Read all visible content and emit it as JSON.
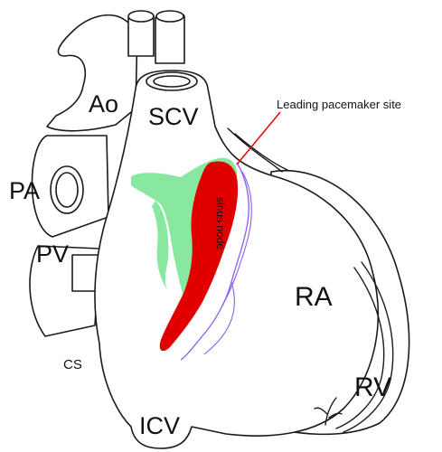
{
  "labels": {
    "aorta": "Ao",
    "superior_vena_cava": "SCV",
    "pulmonary_artery": "PA",
    "pulmonary_vein": "PV",
    "coronary_sinus": "CS",
    "right_atrium": "RA",
    "right_ventricle": "RV",
    "inferior_vena_cava": "ICV",
    "sinus_node": "sinus node",
    "leading_pacemaker_site": "Leading pacemaker site"
  },
  "colors": {
    "sinus_node_region": "#e00000",
    "surrounding_region": "#88e8a0",
    "nerve_fibers": "#8a5cf0",
    "pointer_line": "#e01010",
    "outline": "#1a1a1a"
  }
}
